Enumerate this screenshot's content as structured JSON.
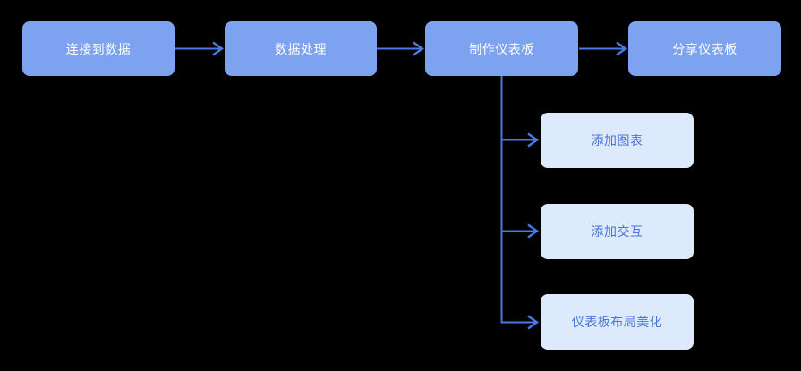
{
  "diagram": {
    "title": "dashboard-workflow-flowchart",
    "main_nodes": [
      {
        "label": "连接到数据"
      },
      {
        "label": "数据处理"
      },
      {
        "label": "制作仪表板"
      },
      {
        "label": "分享仪表板"
      }
    ],
    "sub_nodes": [
      {
        "label": "添加图表"
      },
      {
        "label": "添加交互"
      },
      {
        "label": "仪表板布局美化"
      }
    ],
    "colors": {
      "background": "#000000",
      "main_node_fill": "#7da3f0",
      "main_node_text": "#ffffff",
      "sub_node_fill": "#dceafb",
      "sub_node_text": "#4a74da",
      "connector": "#4a79e6"
    }
  }
}
